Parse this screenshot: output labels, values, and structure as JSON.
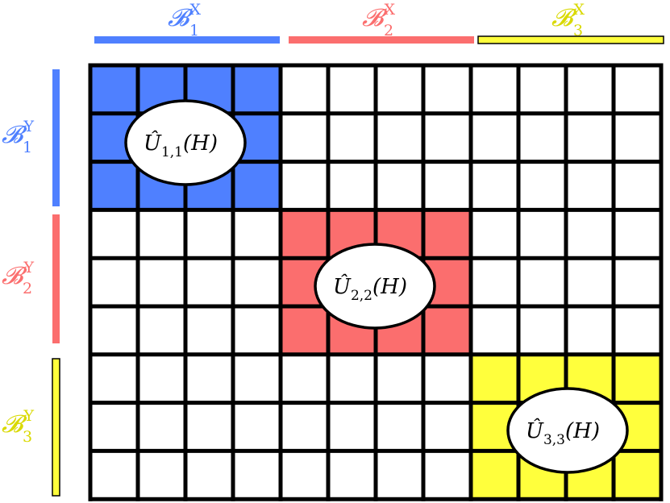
{
  "grid": {
    "rows": 9,
    "cols": 12
  },
  "colors": {
    "blue": "#4f80ff",
    "red": "#fb6e6e",
    "yellow": "#ffff3c",
    "yellow_text": "#d9d900",
    "grid_line": "#000000",
    "ellipse_fill": "#ffffff"
  },
  "x_blocks": [
    {
      "base": "𝓑",
      "sup": "X",
      "sub": "1",
      "color": "blue"
    },
    {
      "base": "𝓑",
      "sup": "X",
      "sub": "2",
      "color": "red"
    },
    {
      "base": "𝓑",
      "sup": "X",
      "sub": "3",
      "color": "yellow"
    }
  ],
  "y_blocks": [
    {
      "base": "𝓑",
      "sup": "Y",
      "sub": "1",
      "color": "blue"
    },
    {
      "base": "𝓑",
      "sup": "Y",
      "sub": "2",
      "color": "red"
    },
    {
      "base": "𝓑",
      "sup": "Y",
      "sub": "3",
      "color": "yellow"
    }
  ],
  "diagonal_blocks": [
    {
      "row_block": 1,
      "col_block": 1,
      "color": "blue",
      "label_main": "Û",
      "label_sub": "1,1",
      "label_arg": "(H)"
    },
    {
      "row_block": 2,
      "col_block": 2,
      "color": "red",
      "label_main": "Û",
      "label_sub": "2,2",
      "label_arg": "(H)"
    },
    {
      "row_block": 3,
      "col_block": 3,
      "color": "yellow",
      "label_main": "Û",
      "label_sub": "3,3",
      "label_arg": "(H)"
    }
  ]
}
